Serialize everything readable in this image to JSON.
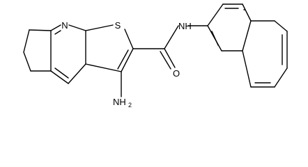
{
  "structure": {
    "atoms": {
      "pyridine_n": "N",
      "thiophene_s": "S",
      "amide_nh": "NH",
      "carbonyl_o": "O",
      "amino_nh": "NH",
      "amino_sub": "2"
    }
  }
}
